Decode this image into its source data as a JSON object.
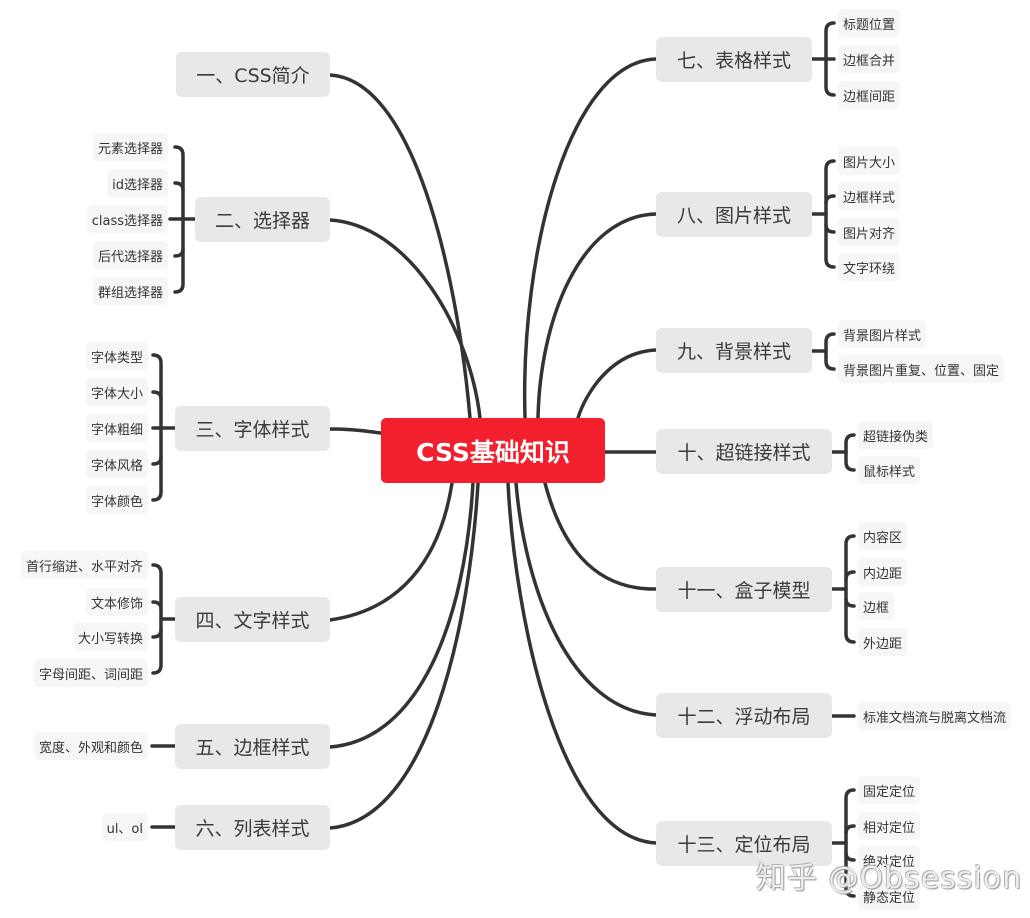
{
  "title": "CSS基础知识",
  "colors": {
    "center": "#f2202d",
    "branch": "#e8e8e8",
    "leaf": "#f6f6f6",
    "line": "#333333"
  },
  "watermark": "知乎 @Obsession",
  "center": {
    "label": "CSS基础知识"
  },
  "left_branches": [
    {
      "label": "一、CSS简介",
      "children": []
    },
    {
      "label": "二、选择器",
      "children": [
        "元素选择器",
        "id选择器",
        "class选择器",
        "后代选择器",
        "群组选择器"
      ]
    },
    {
      "label": "三、字体样式",
      "children": [
        "字体类型",
        "字体大小",
        "字体粗细",
        "字体风格",
        "字体颜色"
      ]
    },
    {
      "label": "四、文字样式",
      "children": [
        "首行缩进、水平对齐",
        "文本修饰",
        "大小写转换",
        "字母间距、词间距"
      ]
    },
    {
      "label": "五、边框样式",
      "children": [
        "宽度、外观和颜色"
      ]
    },
    {
      "label": "六、列表样式",
      "children": [
        "ul、ol"
      ]
    }
  ],
  "right_branches": [
    {
      "label": "七、表格样式",
      "children": [
        "标题位置",
        "边框合并",
        "边框间距"
      ]
    },
    {
      "label": "八、图片样式",
      "children": [
        "图片大小",
        "边框样式",
        "图片对齐",
        "文字环绕"
      ]
    },
    {
      "label": "九、背景样式",
      "children": [
        "背景图片样式",
        "背景图片重复、位置、固定"
      ]
    },
    {
      "label": "十、超链接样式",
      "children": [
        "超链接伪类",
        "鼠标样式"
      ]
    },
    {
      "label": "十一、盒子模型",
      "children": [
        "内容区",
        "内边距",
        "边框",
        "外边距"
      ]
    },
    {
      "label": "十二、浮动布局",
      "children": [
        "标准文档流与脱离文档流"
      ]
    },
    {
      "label": "十三、定位布局",
      "children": [
        "固定定位",
        "相对定位",
        "绝对定位",
        "静态定位"
      ]
    }
  ]
}
